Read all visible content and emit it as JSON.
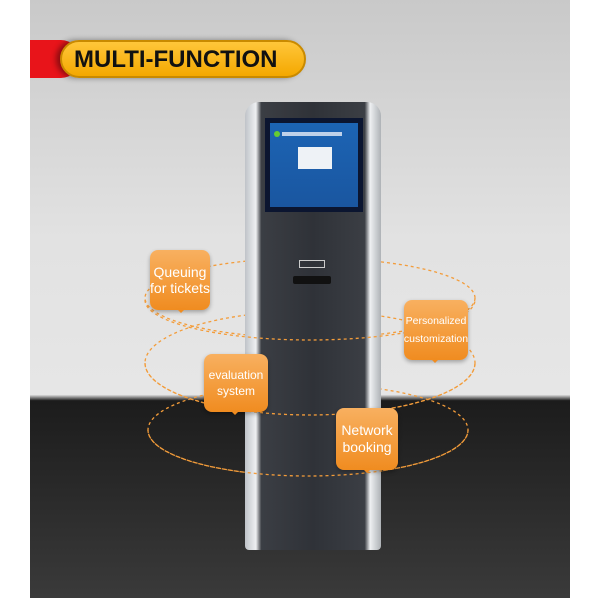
{
  "banner": {
    "title": "MULTI-FUNCTION",
    "colors": {
      "pill": "#f4a800",
      "accent": "#e8141a"
    }
  },
  "features": [
    {
      "label": "Queuing for tickets"
    },
    {
      "label": "Personalized customization"
    },
    {
      "label": "evaluation system"
    },
    {
      "label": "Network booking"
    }
  ],
  "colors": {
    "bubble": "#f08c20",
    "rings": "#f39c3a"
  }
}
